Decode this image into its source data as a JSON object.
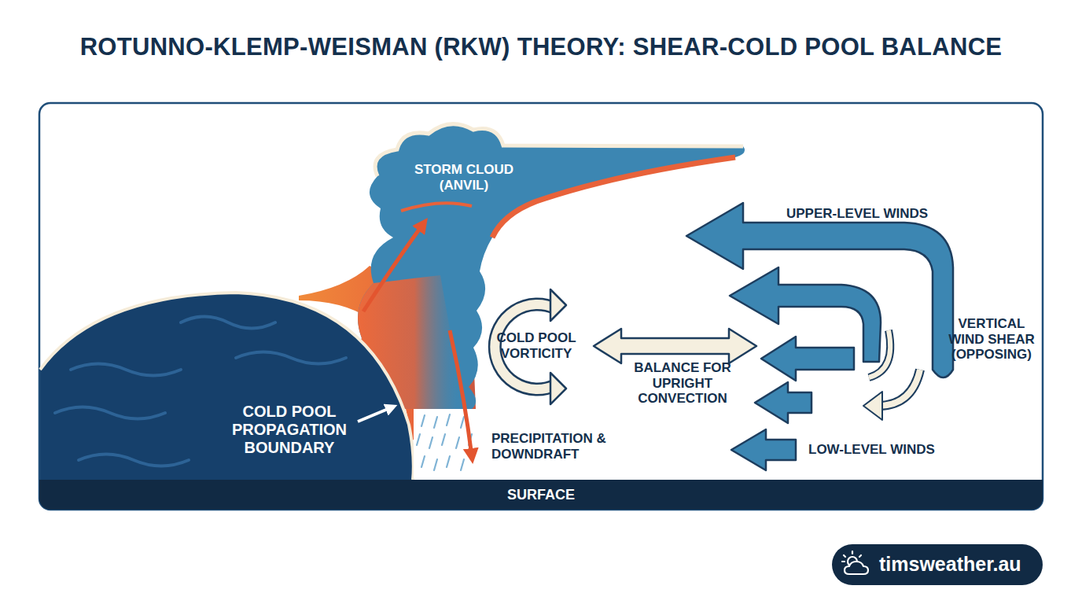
{
  "diagram": {
    "title": "ROTUNNO-KLEMP-WEISMAN (RKW) THEORY: SHEAR-COLD POOL BALANCE",
    "nodes": [
      {
        "text": [
          "STORM CLOUD (ANVIL)"
        ]
      },
      {
        "text": [
          "COLD POOL PROPAGATION BOUNDARY"
        ]
      },
      {
        "text": [
          "SURFACE"
        ]
      },
      {
        "text": [
          "timsweather.au"
        ]
      }
    ],
    "labels": [
      "UPPER-LEVEL WINDS",
      "COLD POOL VORTICITY",
      "VERTICAL WIND SHEAR (OPPOSING)",
      "BALANCE FOR UPRIGHT CONVECTION",
      "PRECIPITATION & DOWNDRAFT",
      "LOW-LEVEL WINDS"
    ]
  }
}
